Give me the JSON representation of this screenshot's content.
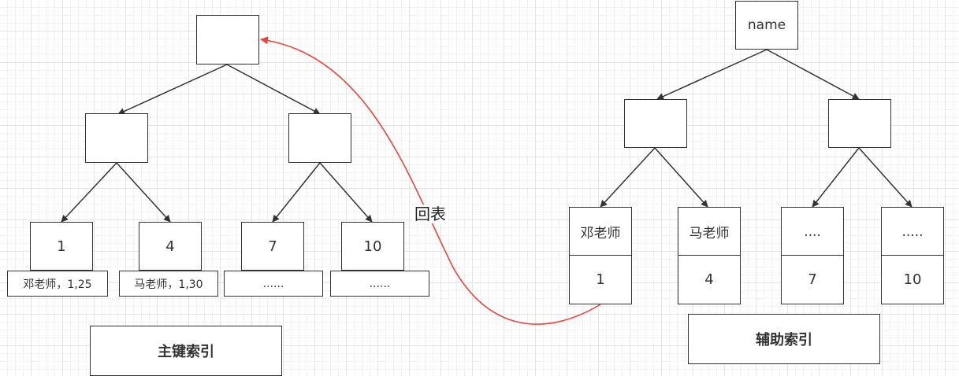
{
  "primary_index": {
    "title": "主键索引",
    "root": "",
    "internal": [
      "",
      ""
    ],
    "leaves": [
      {
        "key": "1",
        "row": "邓老师，1,25"
      },
      {
        "key": "4",
        "row": "马老师，1,30"
      },
      {
        "key": "7",
        "row": "......"
      },
      {
        "key": "10",
        "row": "......"
      }
    ]
  },
  "secondary_index": {
    "title": "辅助索引",
    "root": "name",
    "internal": [
      "",
      ""
    ],
    "leaves": [
      {
        "key": "邓老师",
        "pk": "1"
      },
      {
        "key": "马老师",
        "pk": "4"
      },
      {
        "key": "....",
        "pk": "7"
      },
      {
        "key": ".....",
        "pk": "10"
      }
    ]
  },
  "lookup_edge": {
    "label": "回表",
    "color": "#e8443a"
  },
  "colors": {
    "node_border": "#333333",
    "edge": "#333333",
    "grid": "#e4e4e4"
  }
}
